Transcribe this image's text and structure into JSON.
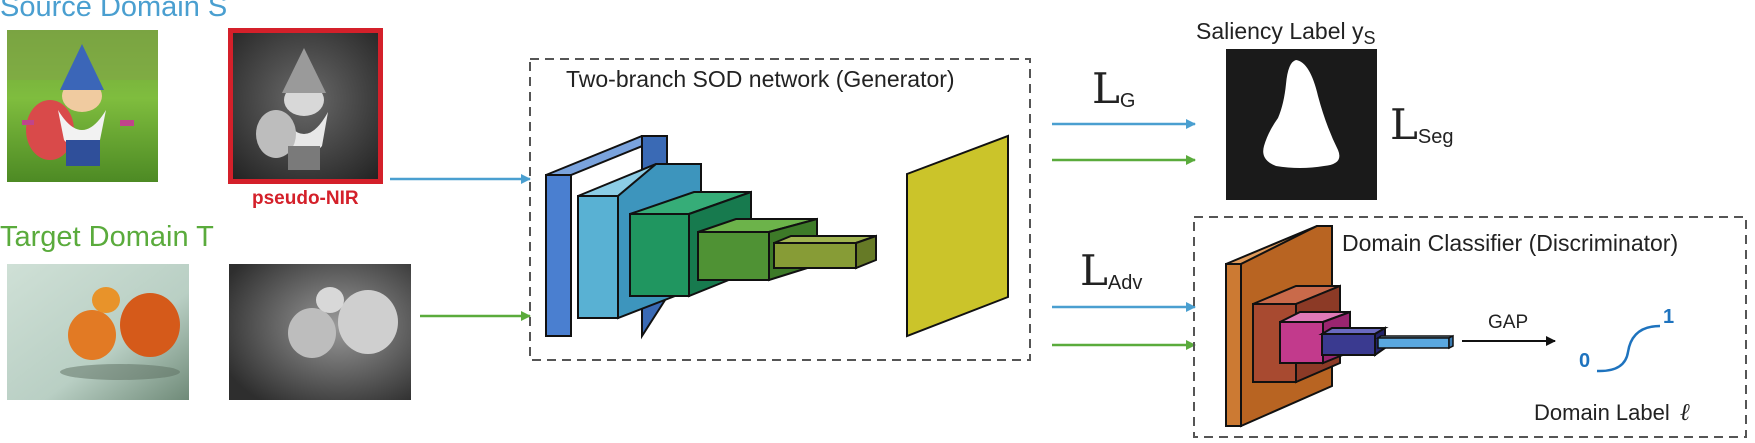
{
  "source": {
    "title": "Source Domain S",
    "pseudo_label": "pseudo-NIR"
  },
  "target": {
    "title": "Target Domain T"
  },
  "generator": {
    "title": "Two-branch SOD network (Generator)"
  },
  "saliency": {
    "title": "Saliency Label y",
    "subscript": "S"
  },
  "discriminator": {
    "title": "Domain Classifier (Discriminator)"
  },
  "losses": {
    "g": {
      "symbol": "L",
      "sub": "G"
    },
    "seg": {
      "symbol": "L",
      "sub": "Seg"
    },
    "adv": {
      "symbol": "L",
      "sub": "Adv"
    }
  },
  "gap_label": "GAP",
  "domain_label": {
    "text": "Domain Label",
    "symbol": "ℓ",
    "zero": "0",
    "one": "1"
  },
  "colors": {
    "source_blue": "#4a9fd0",
    "target_green": "#5aab3c",
    "nir_red": "#d4202a",
    "generator_plane": "#cbc42a",
    "disc_orange": "#cc7a33",
    "disc_magenta": "#c23a8c",
    "disc_navy": "#3a3a90",
    "domain_label_blue": "#1e73be"
  },
  "icons": [
    "gnome-rgb-photo",
    "gnome-nir-photo",
    "oranges-rgb-photo",
    "oranges-gray-photo",
    "saliency-mask"
  ]
}
